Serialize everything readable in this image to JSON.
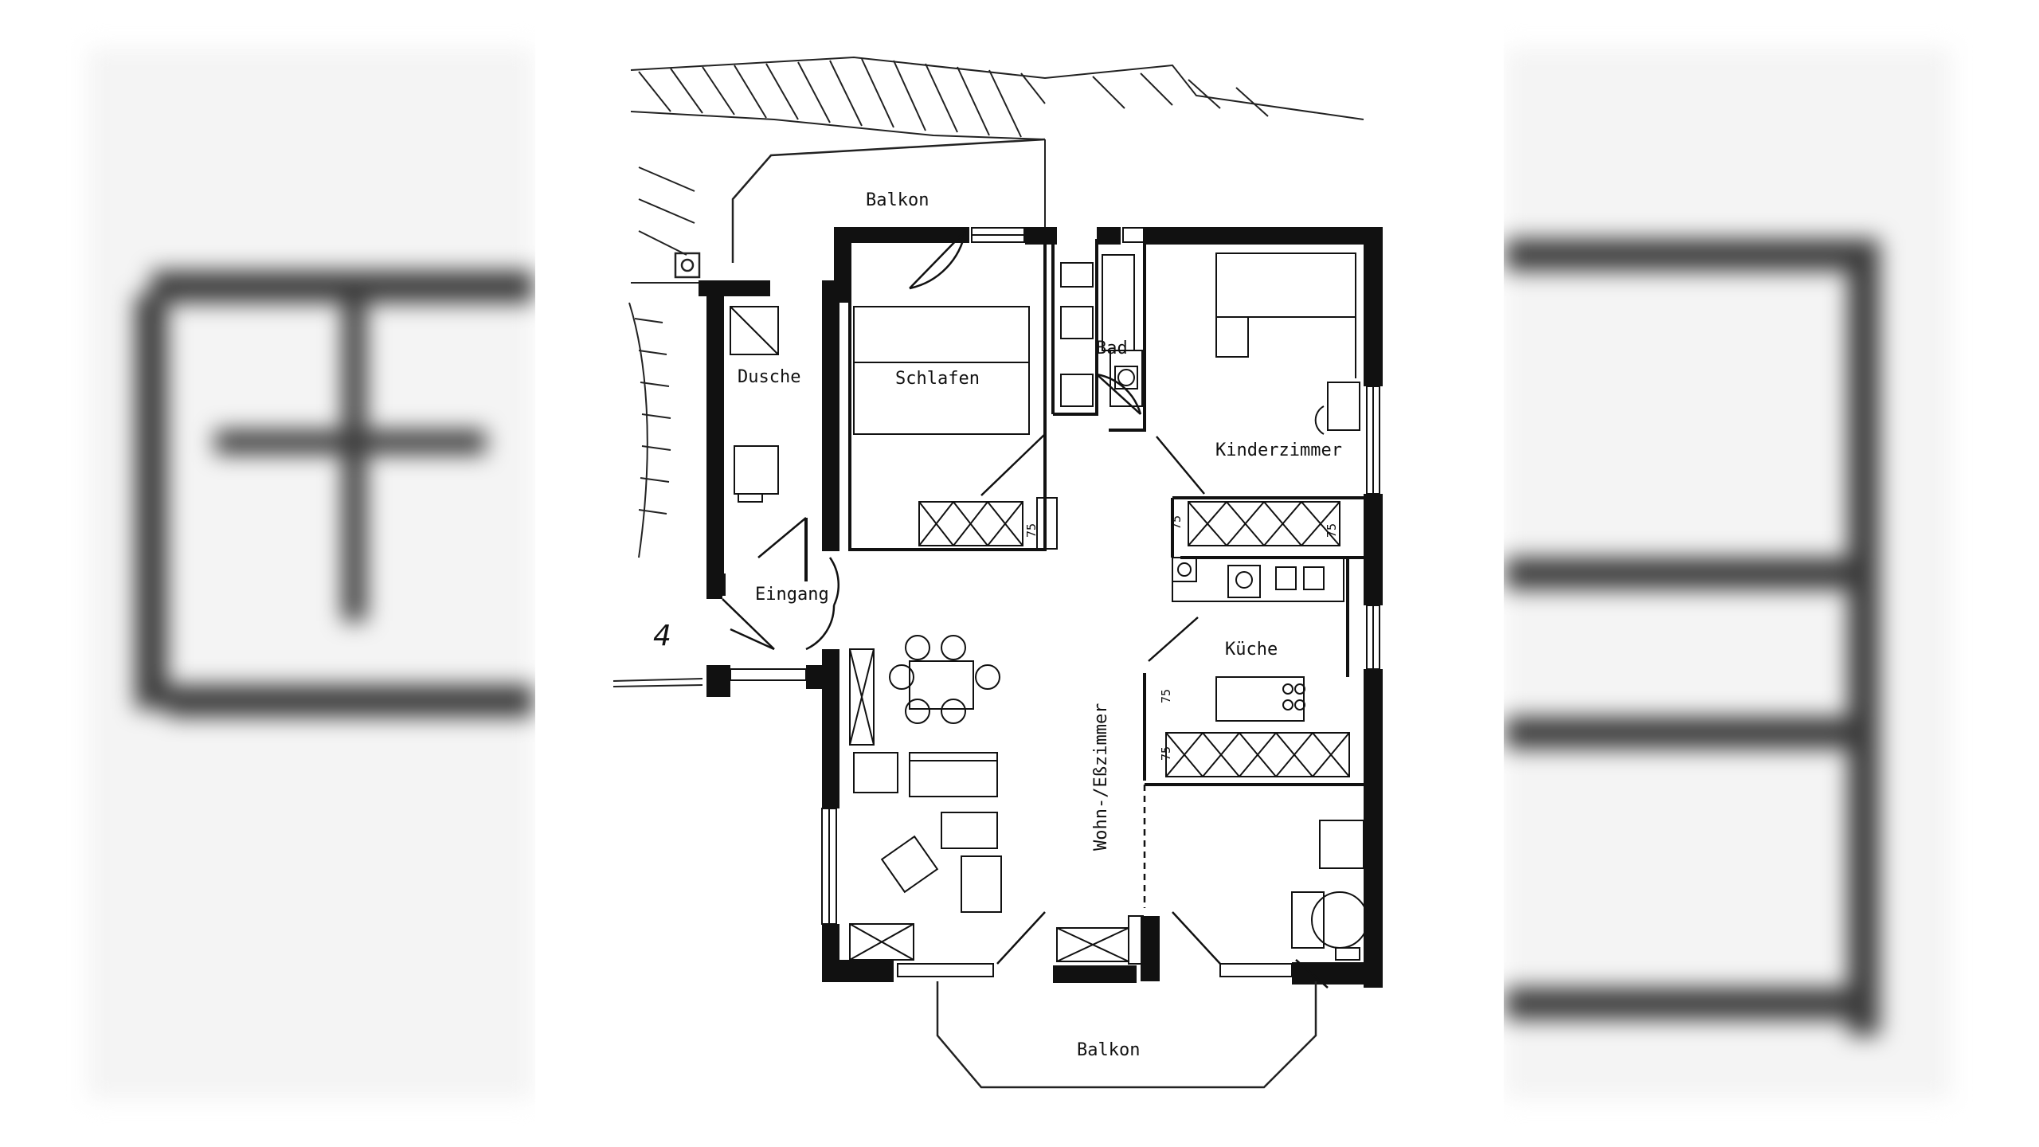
{
  "floorplan": {
    "rooms": {
      "balkon_top": "Balkon",
      "dusche": "Dusche",
      "schlafen": "Schlafen",
      "bad": "Bad",
      "kinderzimmer": "Kinderzimmer",
      "eingang": "Eingang",
      "kueche": "Küche",
      "wohn": "Wohn-/Eßzimmer",
      "balkon_bottom": "Balkon"
    },
    "unit_number": "4",
    "dimensions": [
      "75",
      "75",
      "75",
      "75",
      "75"
    ]
  }
}
